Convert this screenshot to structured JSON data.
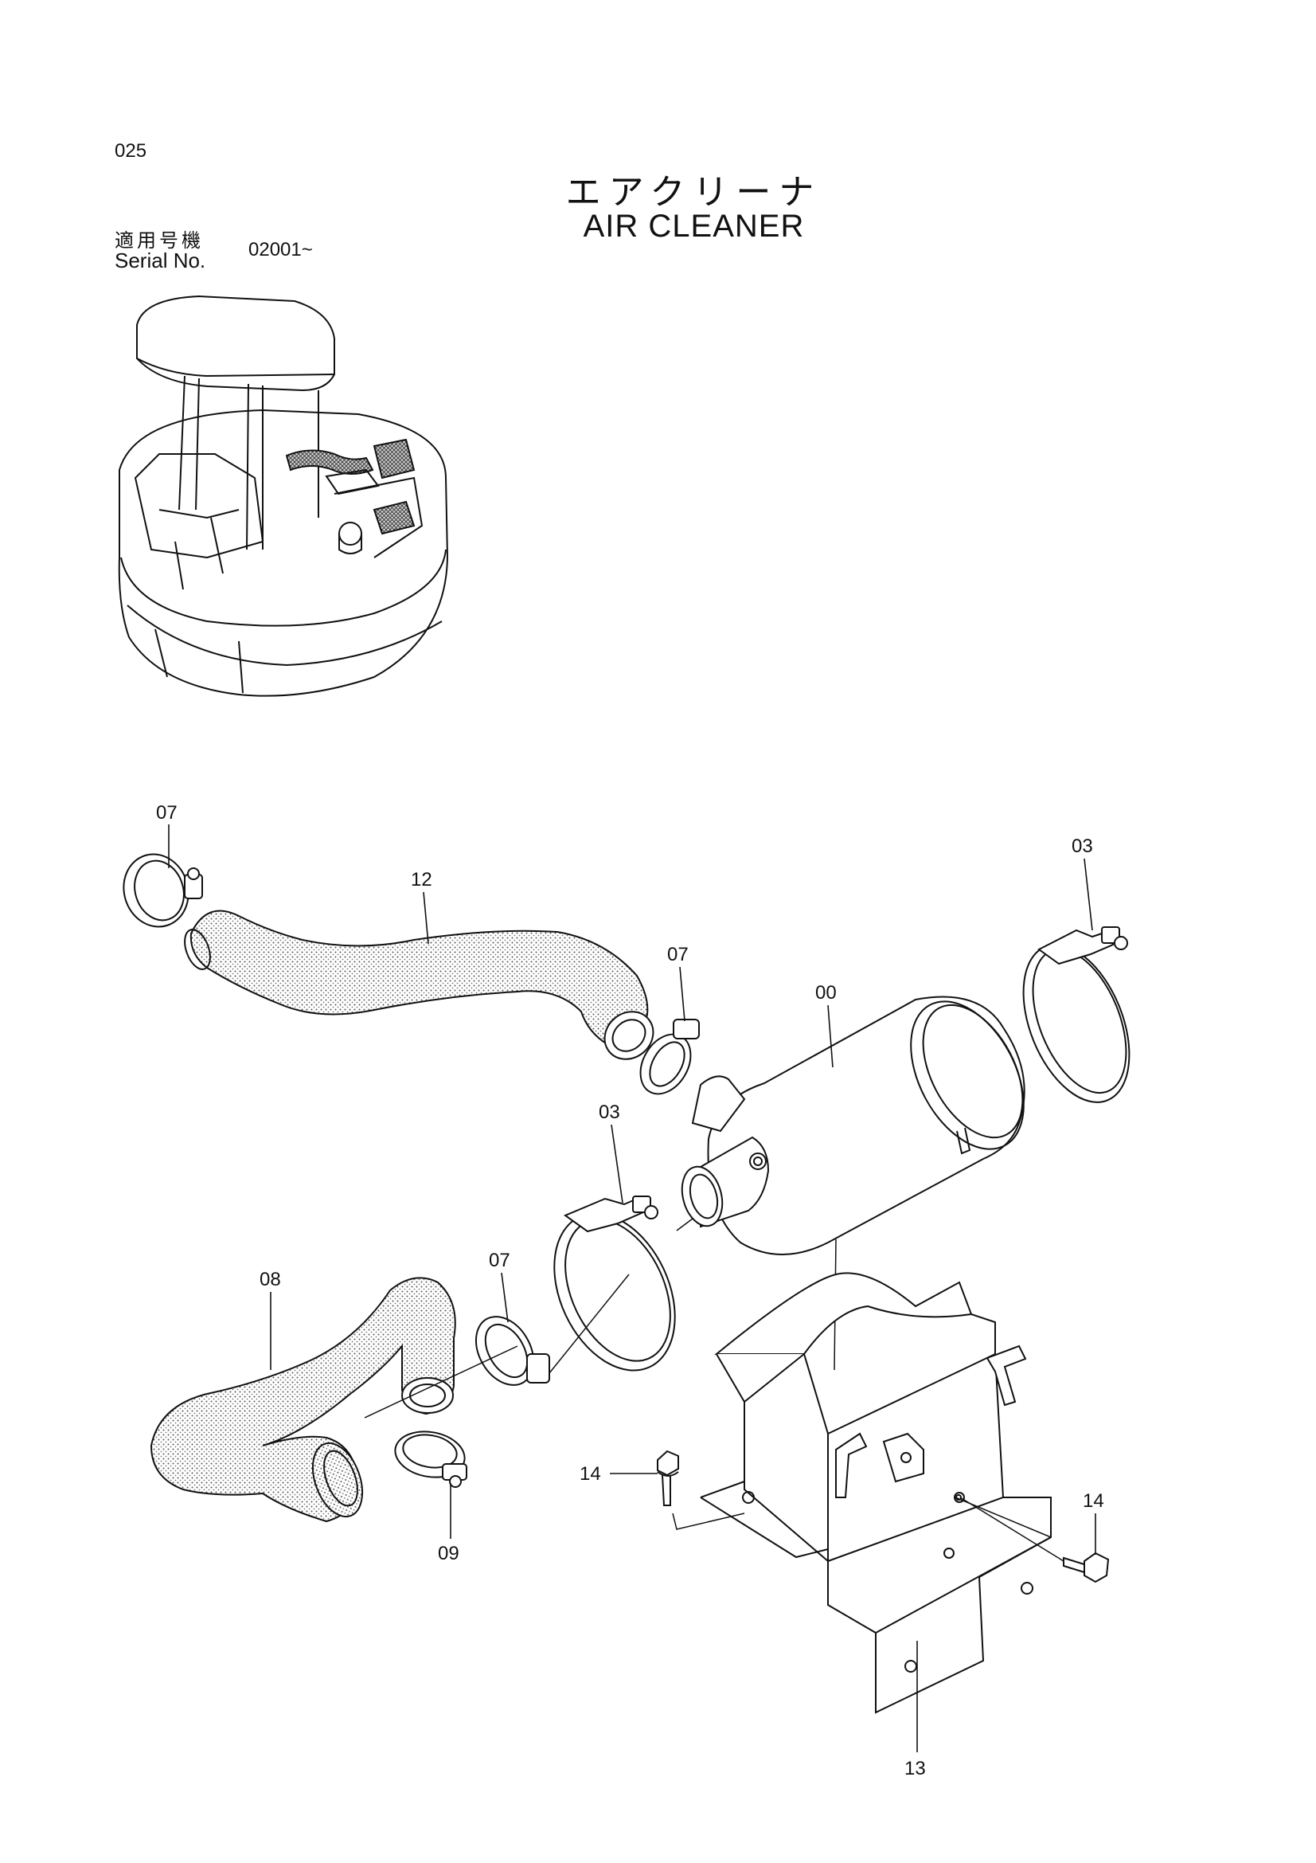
{
  "page": {
    "page_number": "025",
    "title_jp": "エアクリーナ",
    "title_en": "AIR CLEANER",
    "serial_label_jp": "適用号機",
    "serial_label_en": "Serial No.",
    "serial_range": "02001~"
  },
  "callouts": [
    {
      "id": "c07a",
      "label": "07"
    },
    {
      "id": "c12",
      "label": "12"
    },
    {
      "id": "c03a",
      "label": "03"
    },
    {
      "id": "c07b",
      "label": "07"
    },
    {
      "id": "c00",
      "label": "00"
    },
    {
      "id": "c03b",
      "label": "03"
    },
    {
      "id": "c07c",
      "label": "07"
    },
    {
      "id": "c08",
      "label": "08"
    },
    {
      "id": "c14a",
      "label": "14"
    },
    {
      "id": "c14b",
      "label": "14"
    },
    {
      "id": "c09",
      "label": "09"
    },
    {
      "id": "c13",
      "label": "13"
    }
  ]
}
